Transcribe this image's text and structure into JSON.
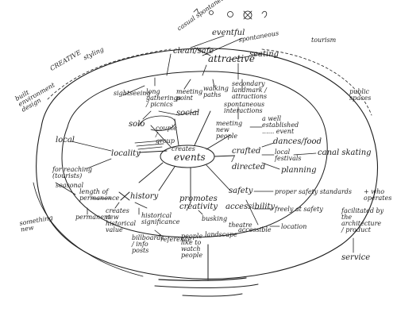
{
  "colors": {
    "ink": "#1e1e1e",
    "paper": "#ffffff"
  },
  "nodes": {
    "events": "events",
    "creates": "creates",
    "eventful": "eventful",
    "casual_spontaneous": "casual spontaneous",
    "spontaneous": "spontaneous",
    "clear_safe": "clean/safe",
    "attractive": "attractive",
    "seating": "seating",
    "tourism": "tourism",
    "public_spaces": "public spaces",
    "creative": "CREATIVE",
    "styling": "styling",
    "built_environment_design": "built environment design",
    "sightseeing": "sightseeing",
    "long_gatherings": "long gatherings / picnics",
    "meeting": "meeting point",
    "walking_paths": "walking paths",
    "secondary_landmark": "secondary landmark / attractions",
    "solo": "solo",
    "social": "social",
    "couple": "couple / group",
    "spontaneous_interactions": "spontaneous interactions",
    "meeting_new_people": "meeting new people",
    "well_established": "a well established ...... event",
    "local": "local",
    "locality": "locality",
    "for_reaching": "for reaching (tourists)",
    "crafted_directed": "crafted / directed",
    "dances_food": "dances/food",
    "local_festivals": "local festivals",
    "canal_skating": "canal skating",
    "planning": "planning",
    "seasonal": "seasonal",
    "length_of_permanence": "length of permanence",
    "permanent": "permanent",
    "history": "history",
    "creates_new_historical_value": "creates new historical value",
    "historical_significance": "historical significance",
    "billboards": "billboards / info posts",
    "reference": "reference",
    "promotes_creativity": "promotes creativity",
    "people_like_to_watch": "people like to watch people",
    "busking": "busking",
    "landscape": "landscape",
    "theatre": "theatre",
    "safety": "safety",
    "accessibility": "accessibility",
    "proper_safety_standards": "proper safety standards",
    "freely_at_safety": "freely at safety",
    "accessible": "accessible",
    "location": "location",
    "who_operates": "+ who operates",
    "facilitated": "facilitated by the architecture / product",
    "service": "service",
    "something_new": "something new"
  }
}
